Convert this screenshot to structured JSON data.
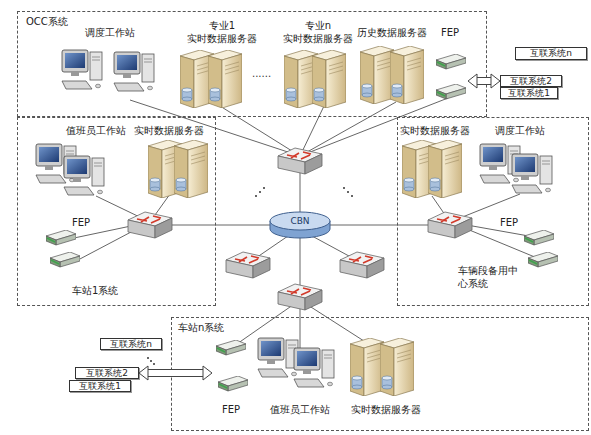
{
  "diagram": {
    "nodes": [
      {
        "text": [
          "OCC系统"
        ]
      },
      {
        "text": [
          "调度工作站"
        ],
        "in": 0
      },
      {
        "text": [
          "专业1 实时数据服务器"
        ],
        "in": 0
      },
      {
        "text": [
          "专业n 实时数据服务器"
        ],
        "in": 0
      },
      {
        "text": [
          "历史数据服务器"
        ],
        "in": 0
      },
      {
        "text": [
          "FEP"
        ],
        "in": 0
      },
      {
        "text": [
          "互联系统n"
        ]
      },
      {
        "text": [
          "互联系统2"
        ]
      },
      {
        "text": [
          "互联系统1"
        ]
      },
      {
        "text": [
          "车站1系统"
        ]
      },
      {
        "text": [
          "值班员工作站"
        ],
        "in": 9
      },
      {
        "text": [
          "实时数据服务器"
        ],
        "in": 9
      },
      {
        "text": [
          "FEP"
        ],
        "in": 9
      },
      {
        "text": [
          "CBN"
        ]
      },
      {
        "text": [
          "车辆段备用中 心系统"
        ]
      },
      {
        "text": [
          "实时数据服务器"
        ],
        "in": 14
      },
      {
        "text": [
          "调度工作站"
        ],
        "in": 14
      },
      {
        "text": [
          "FEP"
        ],
        "in": 14
      },
      {
        "text": [
          "车站n系统"
        ]
      },
      {
        "text": [
          "FEP"
        ],
        "in": 18
      },
      {
        "text": [
          "值班员工作站"
        ],
        "in": 18
      },
      {
        "text": [
          "实时数据服务器"
        ],
        "in": 18
      },
      {
        "text": [
          "互联系统n"
        ]
      },
      {
        "text": [
          "互联系统2"
        ]
      },
      {
        "text": [
          "互联系统1"
        ]
      }
    ],
    "edges": [
      {
        "from": 5,
        "to": 7,
        "arrow": "both"
      },
      {
        "from": 19,
        "to": 23,
        "arrow": "both"
      }
    ],
    "labels": [
      "......"
    ]
  }
}
